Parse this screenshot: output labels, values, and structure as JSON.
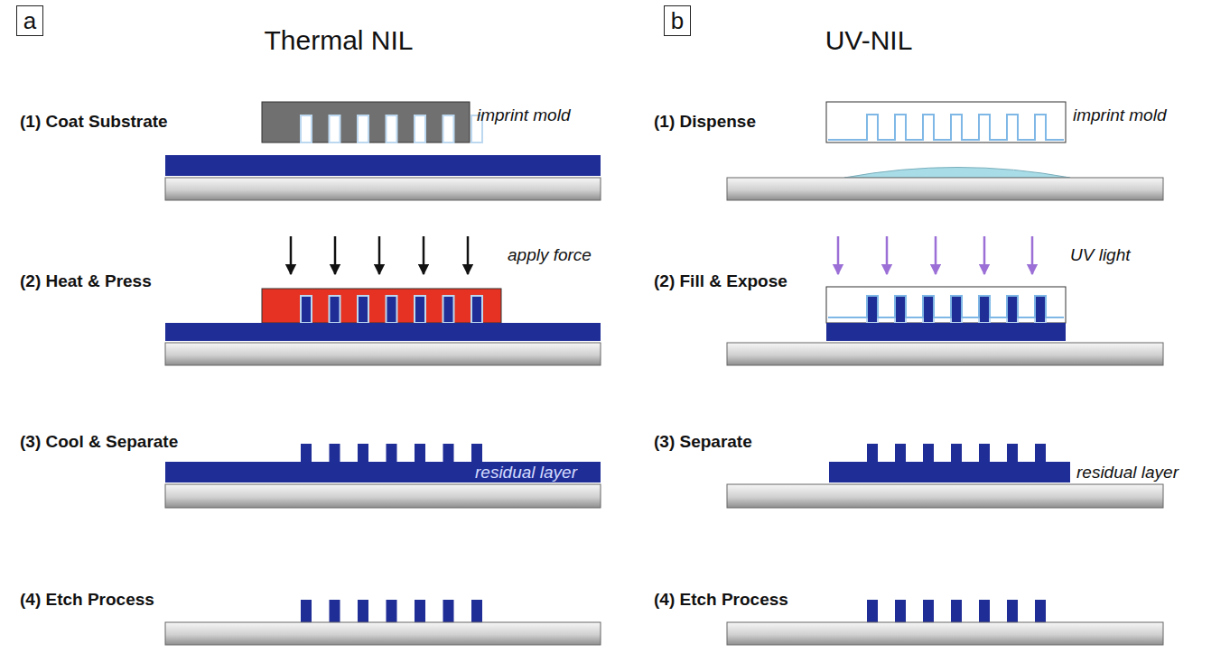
{
  "diagram": {
    "nodes": [
      {
        "text": [
          "a"
        ]
      },
      {
        "text": [
          "b"
        ]
      }
    ],
    "labels": [
      "Thermal NIL",
      "UV-NIL",
      "(1) Coat Substrate",
      "imprint mold",
      "(2) Heat & Press",
      "apply force",
      "(3) Cool & Separate",
      "residual layer",
      "(4) Etch Process",
      "(1) Dispense",
      "imprint mold",
      "(2) Fill & Expose",
      "UV light",
      "(3) Separate",
      "residual layer",
      "(4) Etch Process"
    ]
  }
}
